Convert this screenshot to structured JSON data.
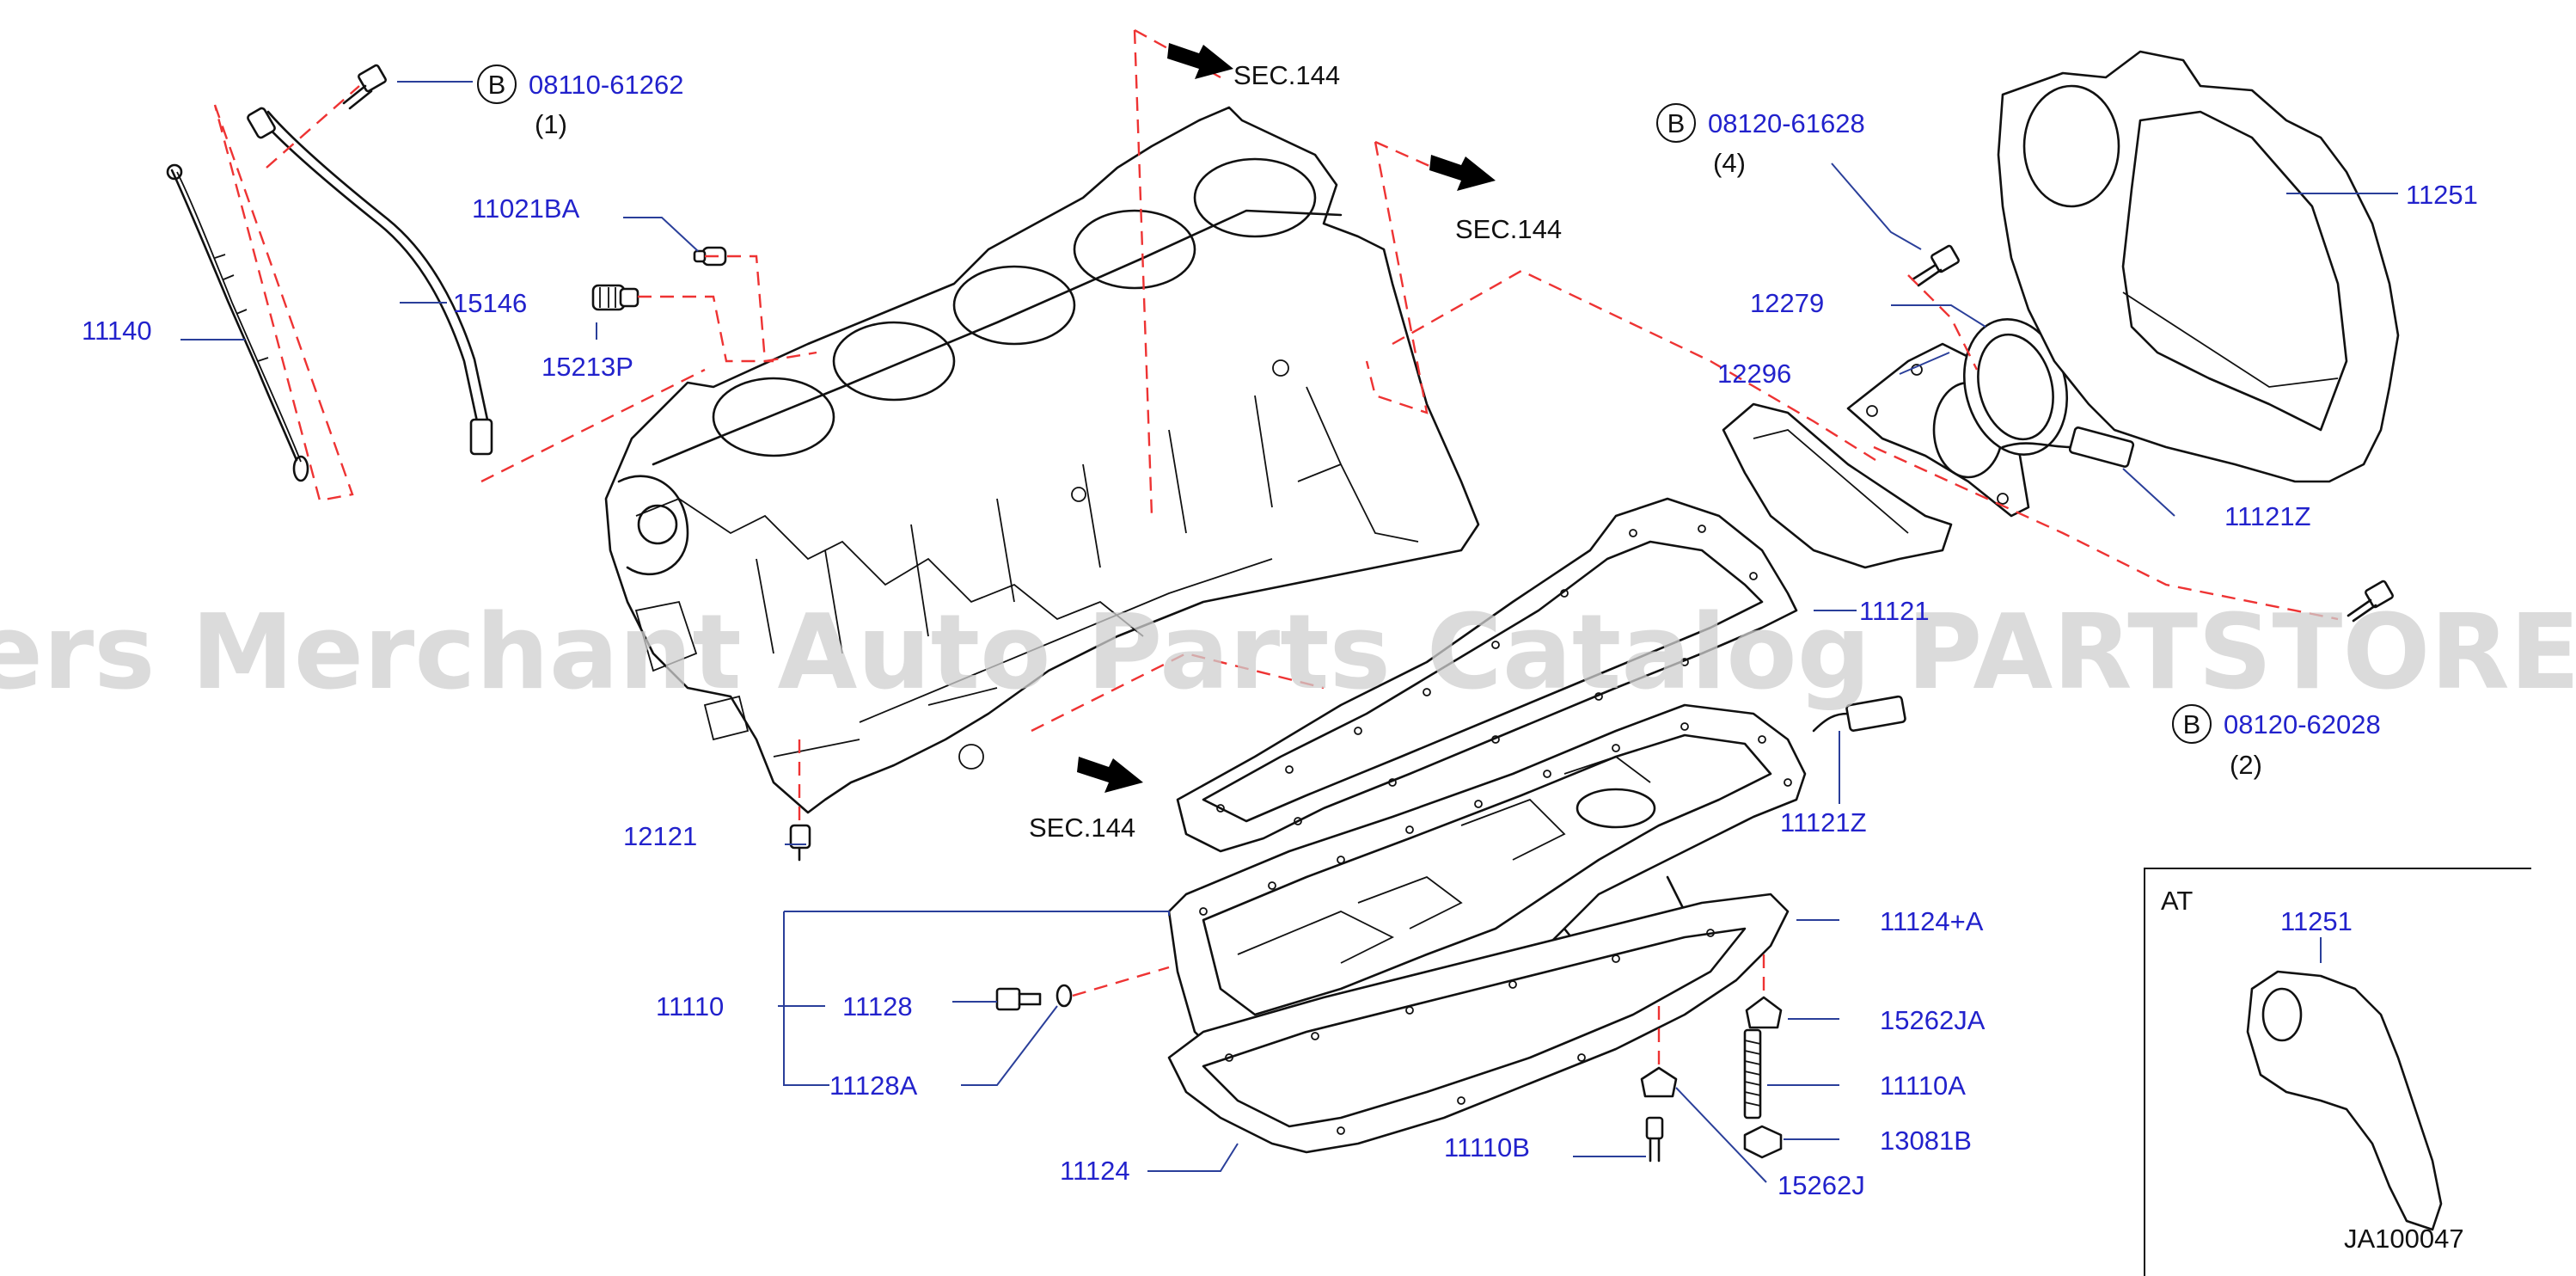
{
  "watermark": "Offers Merchant Auto Parts Catalog PARTSTORE.SA",
  "diagram_code": "JA100047",
  "inset": {
    "title": "AT",
    "part": "11251"
  },
  "section_refs": [
    "SEC.144",
    "SEC.144",
    "SEC.144"
  ],
  "bolts": [
    {
      "circle": "B",
      "number": "08110-61262",
      "qty": "(1)"
    },
    {
      "circle": "B",
      "number": "08120-61628",
      "qty": "(4)"
    },
    {
      "circle": "B",
      "number": "08120-62028",
      "qty": "(2)"
    }
  ],
  "parts": {
    "p11021BA": "11021BA",
    "p15146": "15146",
    "p11140": "11140",
    "p15213P": "15213P",
    "p12279": "12279",
    "p12296": "12296",
    "p11251": "11251",
    "p11121Z_a": "11121Z",
    "p11121": "11121",
    "p11121Z_b": "11121Z",
    "p12121": "12121",
    "p11124A": "11124+A",
    "p11110": "11110",
    "p11128": "11128",
    "p15262JA": "15262JA",
    "p11128A": "11128A",
    "p11110A": "11110A",
    "p13081B": "13081B",
    "p11124": "11124",
    "p11110B": "11110B",
    "p15262J": "15262J"
  },
  "colors": {
    "part_number": "#2222cc",
    "hidden_line": "#e33333",
    "watermark": "#cfcfcf"
  }
}
